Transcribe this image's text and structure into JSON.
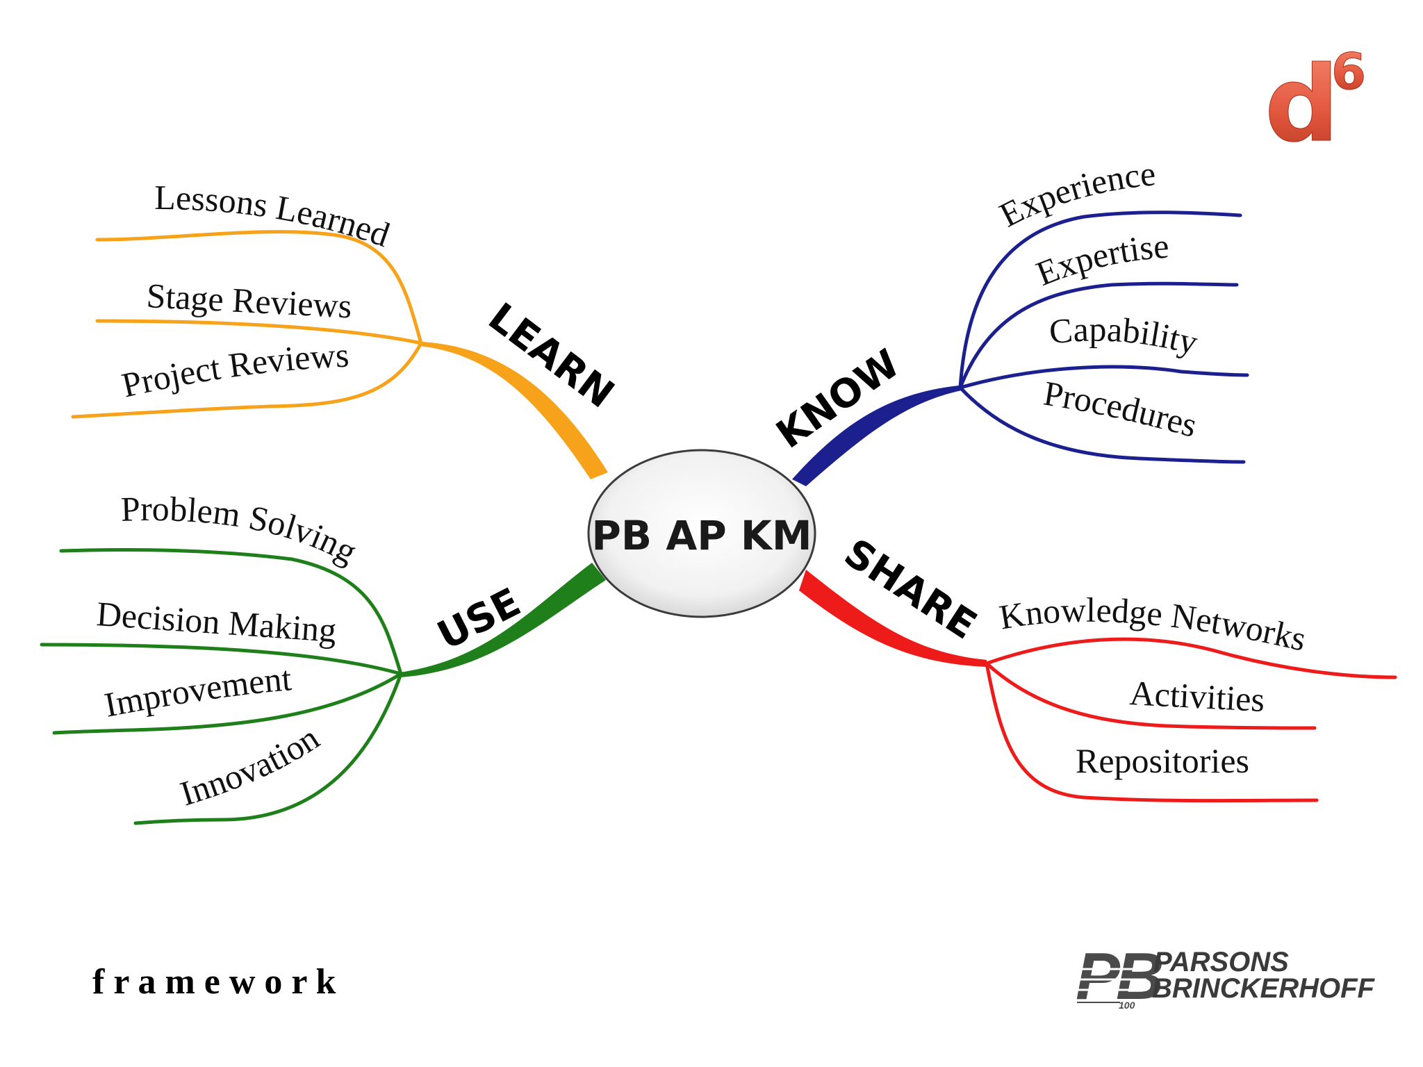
{
  "badge": {
    "base": "d",
    "sup": "6",
    "color": "#e3583f"
  },
  "center": {
    "label": "PB AP KM"
  },
  "branches": {
    "learn": {
      "label": "LEARN",
      "color": "#f7a21b",
      "leaves": [
        "Lessons Learned",
        "Stage Reviews",
        "Project Reviews"
      ]
    },
    "know": {
      "label": "KNOW",
      "color": "#1c1f8e",
      "leaves": [
        "Experience",
        "Expertise",
        "Capability",
        "Procedures"
      ]
    },
    "use": {
      "label": "USE",
      "color": "#1f7f1a",
      "leaves": [
        "Problem Solving",
        "Decision Making",
        "Improvement",
        "Innovation"
      ]
    },
    "share": {
      "label": "SHARE",
      "color": "#ee1b1b",
      "leaves": [
        "Knowledge Networks",
        "Activities",
        "Repositories"
      ]
    }
  },
  "footer": {
    "caption": "f r a m e w o r k"
  },
  "logo": {
    "mark": "PB",
    "line1": "PARSONS",
    "line2": "BRINCKERHOFF",
    "anniversary": "100"
  }
}
